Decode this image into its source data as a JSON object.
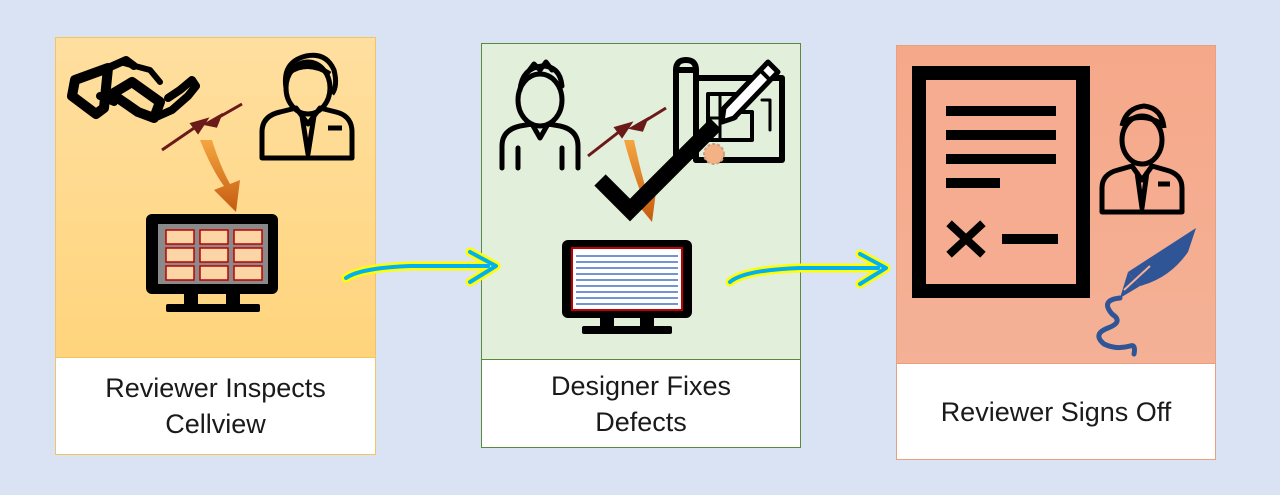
{
  "steps": [
    {
      "caption": "Reviewer Inspects\nCellview"
    },
    {
      "caption": "Designer Fixes\nDefects"
    },
    {
      "caption": "Reviewer Signs Off"
    }
  ],
  "icons": {
    "step1": [
      "3d-glasses-icon",
      "reviewer-icon",
      "zoom-in-arrows-icon",
      "arrow-down-icon",
      "monitor-cells-icon"
    ],
    "step2": [
      "designer-icon",
      "zoom-in-arrows-icon",
      "blueprint-pencil-icon",
      "checkmark-icon",
      "monitor-lines-icon"
    ],
    "step3": [
      "document-icon",
      "reviewer-icon",
      "fountain-pen-icon"
    ]
  },
  "colors": {
    "background": "#dae3f3",
    "step1_fill": "#ffd47c",
    "step2_fill": "#e2efda",
    "step3_fill": "#f4b196",
    "flow_arrow": "#00b0f0",
    "flow_arrow_glow": "#ffff00",
    "pointer_arrow": "#7f1f1f",
    "monitor_cell": "#fbd5a6",
    "pen": "#2f5597"
  }
}
